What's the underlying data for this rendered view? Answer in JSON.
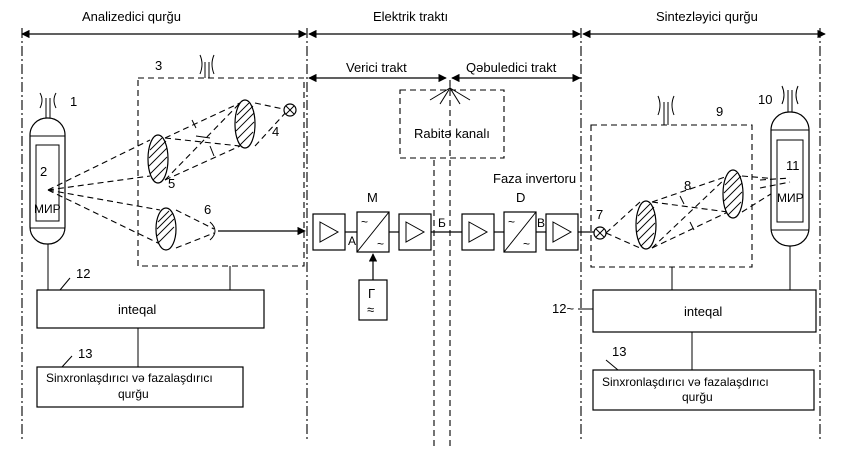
{
  "sections": {
    "analyzer": "Analizedici qurğu",
    "electric": "Elektrik traktı",
    "synthesizer": "Sintezləyici qurğu"
  },
  "tracts": {
    "sender": "Verici trakt",
    "receiver": "Qəbuledici trakt",
    "channel": "Rabitə kanalı",
    "phase_inverter": "Faza invertoru"
  },
  "numbers": {
    "n1": "1",
    "n2": "2",
    "n3": "3",
    "n4": "4",
    "n5": "5",
    "n6": "6",
    "n7": "7",
    "n8": "8",
    "n9": "9",
    "n10": "10",
    "n11": "11",
    "n12_left": "12",
    "n12_right": "12~",
    "n13_left": "13",
    "n13_right": "13"
  },
  "blocks": {
    "mir_left": "МИР",
    "mir_right": "МИР",
    "integral_left": "inteqal",
    "integral_right": "inteqal",
    "sync_left_line1": "Sinxronlaşdırıcı və fazalaşdırıcı",
    "sync_left_line2": "qurğu",
    "sync_right_line1": "Sinxronlaşdırıcı və fazalaşdırıcı",
    "sync_right_line2": "qurğu"
  },
  "markers": {
    "M": "M",
    "D": "D",
    "A": "A",
    "B_cyr": "Б",
    "V_cyr": "B",
    "G": "Г",
    "approx": "≈"
  }
}
